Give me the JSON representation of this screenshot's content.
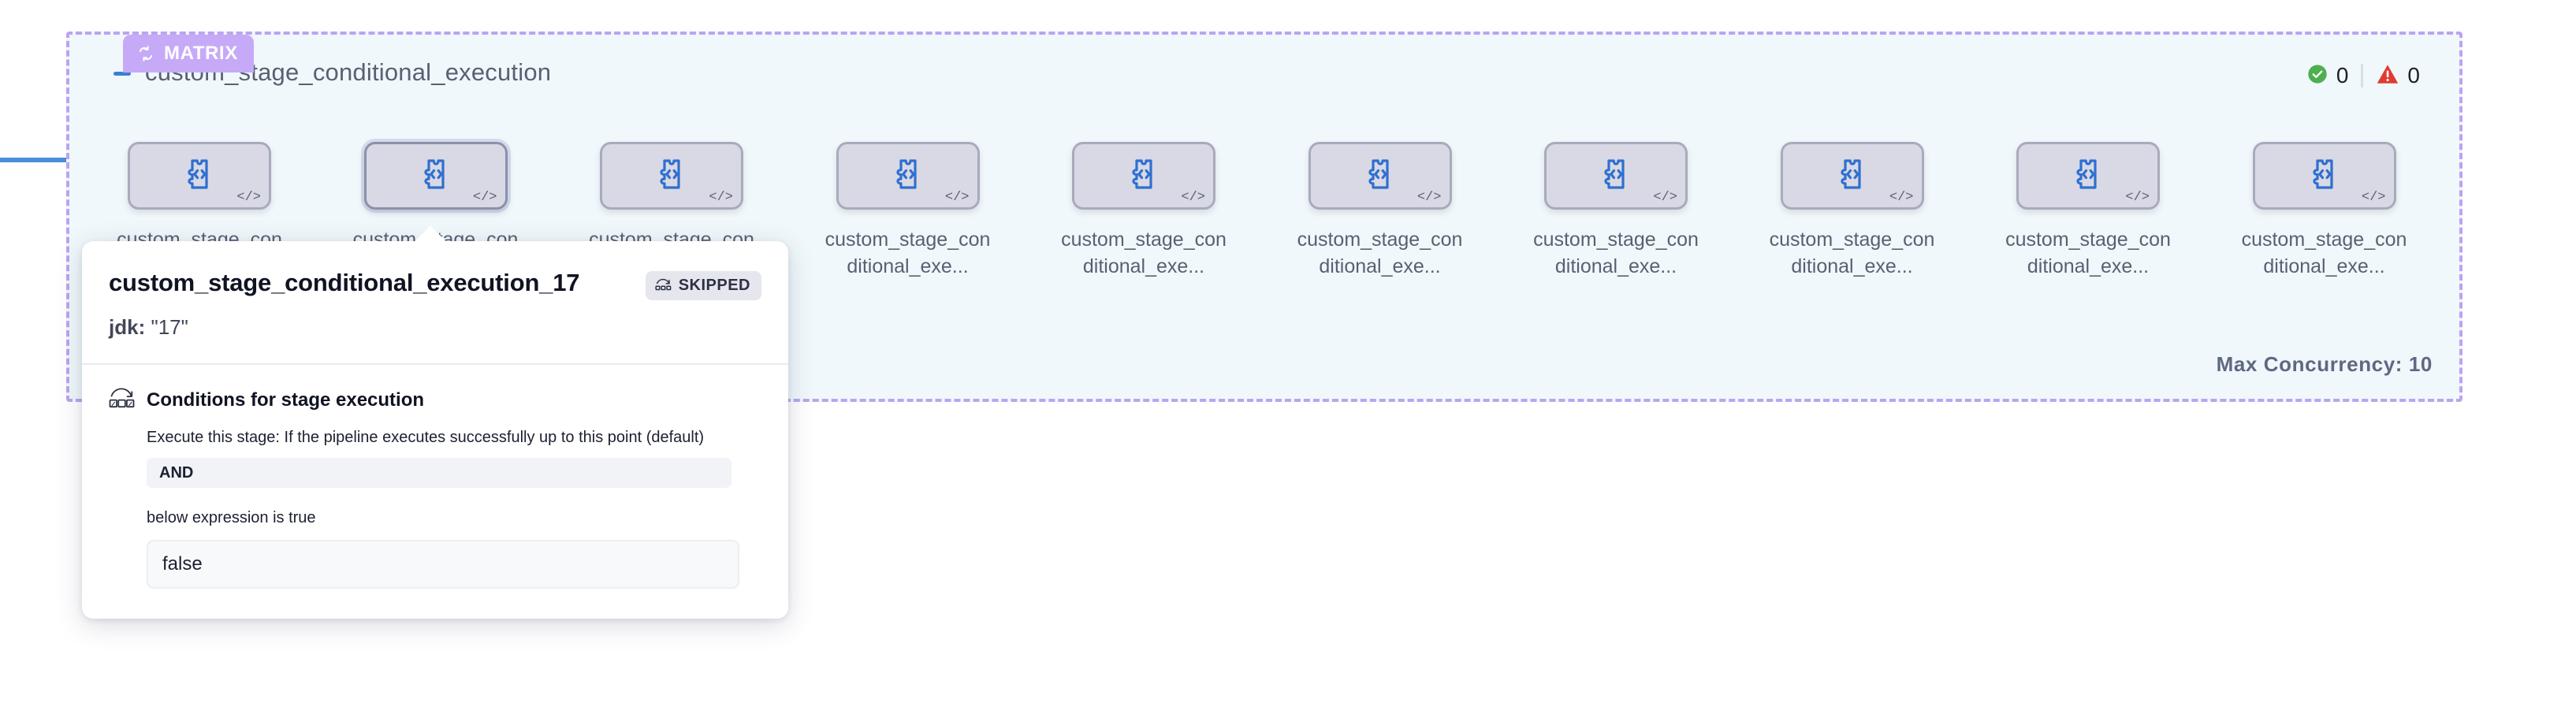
{
  "matrix": {
    "badge_label": "MATRIX",
    "badge_icon": "loop-icon",
    "badge_color": "#c6aaf7",
    "border_color": "#bba4f0",
    "background": "#f0f8fb",
    "title": "custom_stage_conditional_execution",
    "collapse_icon": "minus-icon",
    "max_concurrency_label": "Max Concurrency: 10",
    "status": {
      "success_icon": "check-circle-icon",
      "success_color": "#4caf50",
      "success_count": "0",
      "warning_icon": "warning-triangle-icon",
      "warning_color": "#e03c31",
      "warning_count": "0"
    },
    "nodes": [
      {
        "label": "custom_stage_conditional_exe...",
        "icon": "custom-stage-code-icon",
        "corner_icon": "code-brackets-icon",
        "selected": false
      },
      {
        "label": "custom_stage_conditional_exe...",
        "icon": "custom-stage-code-icon",
        "corner_icon": "code-brackets-icon",
        "selected": true
      },
      {
        "label": "custom_stage_conditional_exe...",
        "icon": "custom-stage-code-icon",
        "corner_icon": "code-brackets-icon",
        "selected": false
      },
      {
        "label": "custom_stage_conditional_exe...",
        "icon": "custom-stage-code-icon",
        "corner_icon": "code-brackets-icon",
        "selected": false
      },
      {
        "label": "custom_stage_conditional_exe...",
        "icon": "custom-stage-code-icon",
        "corner_icon": "code-brackets-icon",
        "selected": false
      },
      {
        "label": "custom_stage_conditional_exe...",
        "icon": "custom-stage-code-icon",
        "corner_icon": "code-brackets-icon",
        "selected": false
      },
      {
        "label": "custom_stage_conditional_exe...",
        "icon": "custom-stage-code-icon",
        "corner_icon": "code-brackets-icon",
        "selected": false
      },
      {
        "label": "custom_stage_conditional_exe...",
        "icon": "custom-stage-code-icon",
        "corner_icon": "code-brackets-icon",
        "selected": false
      },
      {
        "label": "custom_stage_conditional_exe...",
        "icon": "custom-stage-code-icon",
        "corner_icon": "code-brackets-icon",
        "selected": false
      },
      {
        "label": "custom_stage_conditional_exe...",
        "icon": "custom-stage-code-icon",
        "corner_icon": "code-brackets-icon",
        "selected": false
      }
    ]
  },
  "popover": {
    "title": "custom_stage_conditional_execution_17",
    "status_badge": {
      "label": "SKIPPED",
      "icon": "skip-arc-icon"
    },
    "matrix_param_key": "jdk:",
    "matrix_param_value": "\"17\"",
    "conditions": {
      "icon": "conditional-execution-icon",
      "heading": "Conditions for stage execution",
      "description": "Execute this stage: If the pipeline executes successfully up to this point (default)",
      "operator": "AND",
      "expression_label": "below expression is true",
      "expression_value": "false"
    }
  }
}
